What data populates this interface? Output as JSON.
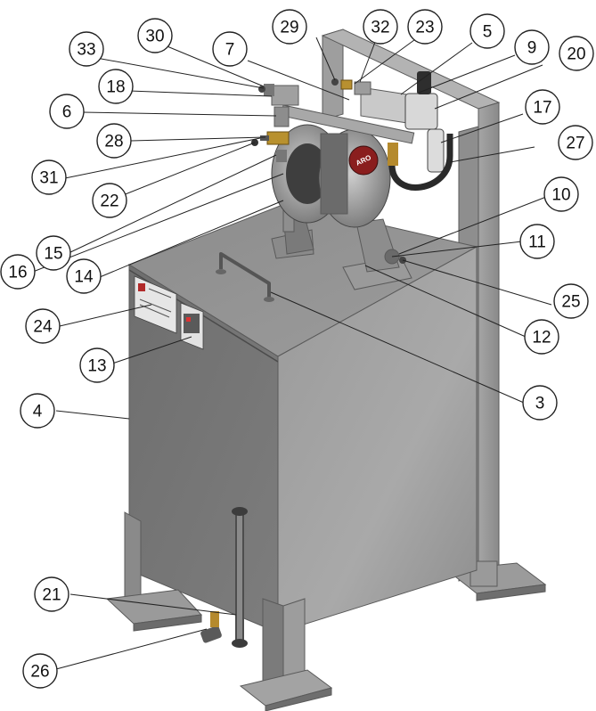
{
  "diagram": {
    "callouts": [
      {
        "label": "33",
        "target": "pump-outlet-fitting"
      },
      {
        "label": "30",
        "target": "outlet-plug"
      },
      {
        "label": "7",
        "target": "manifold-pipe"
      },
      {
        "label": "29",
        "target": "air-valve-plug"
      },
      {
        "label": "32",
        "target": "air-valve"
      },
      {
        "label": "23",
        "target": "air-fitting"
      },
      {
        "label": "5",
        "target": "frame-bracket"
      },
      {
        "label": "9",
        "target": "air-regulator-body"
      },
      {
        "label": "20",
        "target": "filter-regulator"
      },
      {
        "label": "18",
        "target": "outlet-tee"
      },
      {
        "label": "6",
        "target": "outlet-elbow"
      },
      {
        "label": "17",
        "target": "filter-bowl"
      },
      {
        "label": "27",
        "target": "air-hose"
      },
      {
        "label": "28",
        "target": "brass-valve"
      },
      {
        "label": "31",
        "target": "valve-handle"
      },
      {
        "label": "22",
        "target": "side-fitting"
      },
      {
        "label": "15",
        "target": "lower-fitting"
      },
      {
        "label": "16",
        "target": "suction-pipe"
      },
      {
        "label": "14",
        "target": "tank-lid"
      },
      {
        "label": "10",
        "target": "pump-foot"
      },
      {
        "label": "11",
        "target": "pump-nut"
      },
      {
        "label": "25",
        "target": "pump-bolt"
      },
      {
        "label": "12",
        "target": "pump-base"
      },
      {
        "label": "24",
        "target": "warning-label"
      },
      {
        "label": "13",
        "target": "qr-label"
      },
      {
        "label": "3",
        "target": "lid-handle"
      },
      {
        "label": "4",
        "target": "tank"
      },
      {
        "label": "21",
        "target": "sight-gauge"
      },
      {
        "label": "26",
        "target": "drain-valve"
      }
    ],
    "pump_badge_text": "ARO"
  }
}
